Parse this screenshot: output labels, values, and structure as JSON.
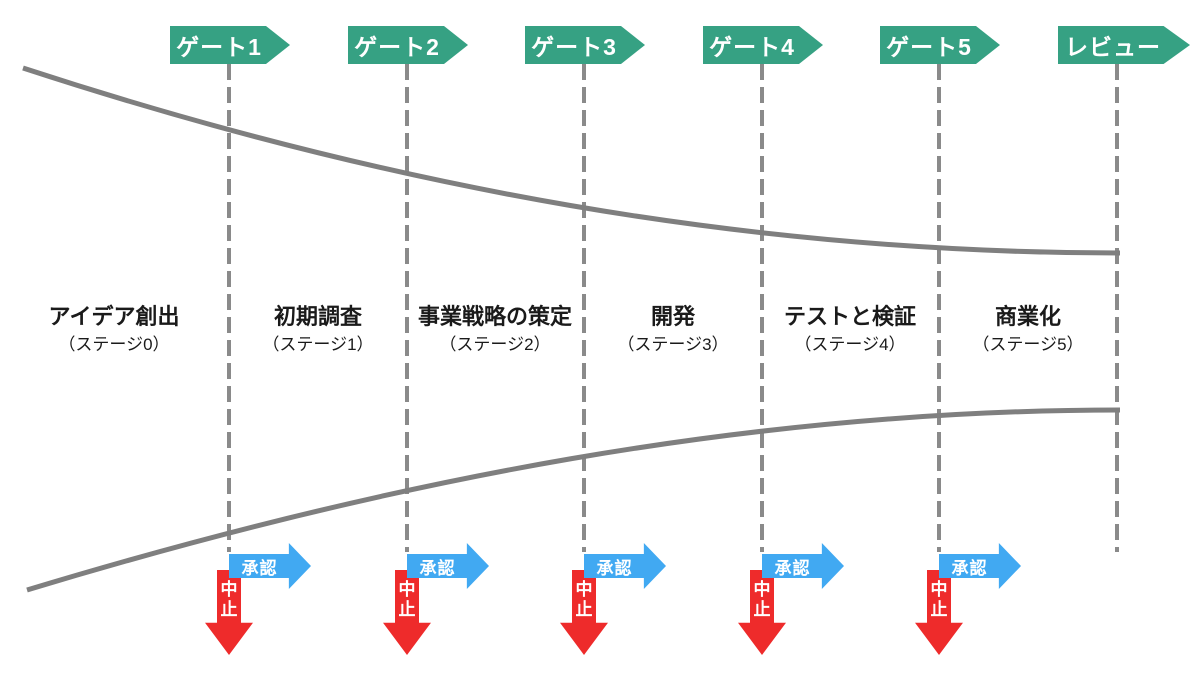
{
  "diagram": {
    "type": "stage-gate-process",
    "colors": {
      "gate_green": "#36a183",
      "approve_blue": "#41a9f2",
      "stop_red": "#ee2b2b",
      "funnel_gray": "#7f7f7f",
      "dash_gray": "#8a8a8a",
      "text_black": "#1a1a1a"
    },
    "gates": [
      {
        "label": "ゲート1"
      },
      {
        "label": "ゲート2"
      },
      {
        "label": "ゲート3"
      },
      {
        "label": "ゲート4"
      },
      {
        "label": "ゲート5"
      },
      {
        "label": "レビュー"
      }
    ],
    "stages": [
      {
        "title": "アイデア創出",
        "subtitle": "（ステージ0）"
      },
      {
        "title": "初期調査",
        "subtitle": "（ステージ1）"
      },
      {
        "title": "事業戦略の策定",
        "subtitle": "（ステージ2）"
      },
      {
        "title": "開発",
        "subtitle": "（ステージ3）"
      },
      {
        "title": "テストと検証",
        "subtitle": "（ステージ4）"
      },
      {
        "title": "商業化",
        "subtitle": "（ステージ5）"
      }
    ],
    "decisions": {
      "approve_label": "承認",
      "stop_label": "中止"
    }
  }
}
